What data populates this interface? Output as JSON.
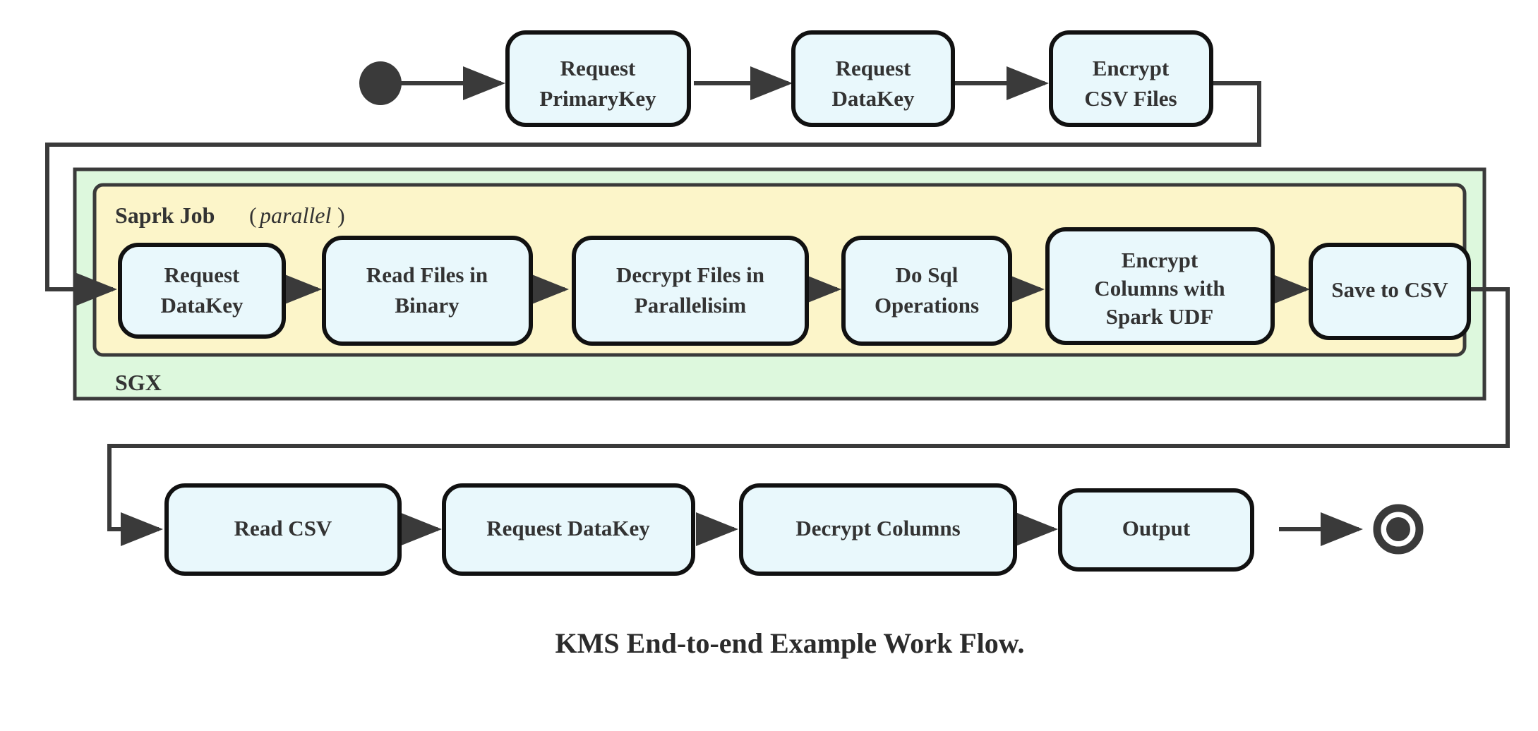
{
  "caption": "KMS End-to-end Example Work Flow.",
  "colors": {
    "node_fill": "#e9f8fc",
    "node_stroke": "#111111",
    "sgx_fill": "#ddf8dd",
    "spark_fill": "#fcf5c9",
    "edge": "#3a3a3a",
    "text": "#333333",
    "background": "#ffffff"
  },
  "groups": {
    "sgx": {
      "label": "SGX"
    },
    "spark": {
      "label": "Saprk Job",
      "modifier_open": "(",
      "modifier": "parallel",
      "modifier_close": ")"
    }
  },
  "terminals": {
    "start": "start-node",
    "end": "end-node"
  },
  "rows": {
    "top": {
      "nodes": [
        {
          "id": "request-primarykey",
          "lines": [
            "Request",
            "PrimaryKey"
          ]
        },
        {
          "id": "request-datakey-top",
          "lines": [
            "Request",
            "DataKey"
          ]
        },
        {
          "id": "encrypt-csv-files",
          "lines": [
            "Encrypt",
            "CSV Files"
          ]
        }
      ]
    },
    "middle": {
      "nodes": [
        {
          "id": "request-datakey-spark",
          "lines": [
            "Request",
            "DataKey"
          ]
        },
        {
          "id": "read-files-in-binary",
          "lines": [
            "Read Files in",
            "Binary"
          ]
        },
        {
          "id": "decrypt-files-in-parallelisim",
          "lines": [
            "Decrypt Files in",
            "Parallelisim"
          ]
        },
        {
          "id": "do-sql-operations",
          "lines": [
            "Do Sql",
            "Operations"
          ]
        },
        {
          "id": "encrypt-columns-with-spark-udf",
          "lines": [
            "Encrypt",
            "Columns with",
            "Spark UDF"
          ]
        },
        {
          "id": "save-to-csv",
          "lines": [
            "Save to CSV"
          ]
        }
      ]
    },
    "bottom": {
      "nodes": [
        {
          "id": "read-csv",
          "lines": [
            "Read CSV"
          ]
        },
        {
          "id": "request-datakey-bottom",
          "lines": [
            "Request DataKey"
          ]
        },
        {
          "id": "decrypt-columns",
          "lines": [
            "Decrypt Columns"
          ]
        },
        {
          "id": "output",
          "lines": [
            "Output"
          ]
        }
      ]
    }
  }
}
